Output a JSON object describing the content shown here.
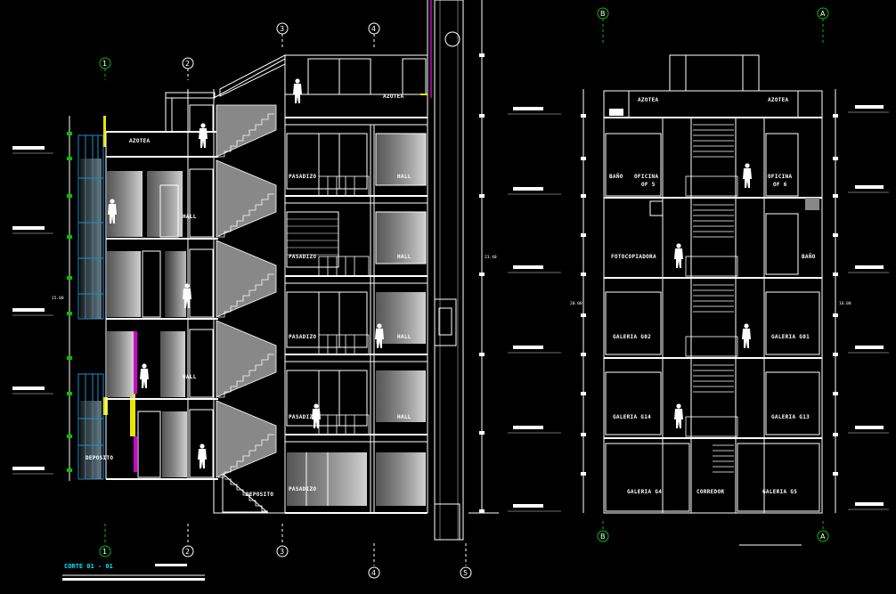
{
  "drawing": {
    "title": "CORTE 01 - 01",
    "background": "#000000",
    "accent": "#00e5ff",
    "gridline_color": "#00c000"
  },
  "axes_left": [
    "1",
    "2",
    "3",
    "4",
    "5"
  ],
  "axes_right": [
    "B",
    "A"
  ],
  "labels_left": {
    "azotea_top": "AZOTEA",
    "azotea_left": "AZOTEA",
    "hall_1": "HALL",
    "hall_2": "HALL",
    "hall_r1": "HALL",
    "hall_r2": "HALL",
    "hall_r3": "HALL",
    "hall_r4": "HALL",
    "pasadizo_1": "PASADIZO",
    "pasadizo_2": "PASADIZO",
    "pasadizo_3": "PASADIZO",
    "pasadizo_4": "PASADIZO",
    "pasadizo_5": "PASADIZO",
    "deposito": "DEPOSITO",
    "deposito_stair": "DEPOSITO"
  },
  "labels_right": {
    "azotea_l": "AZOTEA",
    "azotea_r": "AZOTEA",
    "bano_l": "BAÑO",
    "oficina_l": "OFICINA",
    "oficina_l_sub": "OF 5",
    "oficina_r": "OFICINA",
    "oficina_r_sub": "OF 6",
    "fotocopiadora": "FOTOCOPIADORA",
    "bano_r": "BAÑO",
    "galeria_g02": "GALERIA G02",
    "galeria_g01": "GALERIA G01",
    "galeria_g14": "GALERIA G14",
    "galeria_g13": "GALERIA G13",
    "galeria_g4": "GALERIA G4",
    "corredor": "CORREDOR",
    "galeria_g5": "GALERIA G5"
  },
  "dimensions": {
    "left_total": "15.00",
    "mid_total": "23.40",
    "right_left": "20.00",
    "right_right": "16.00"
  }
}
